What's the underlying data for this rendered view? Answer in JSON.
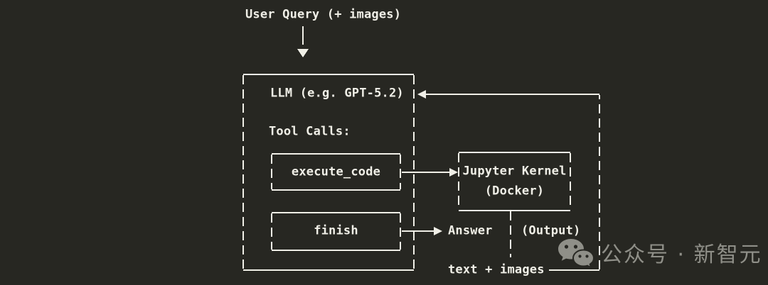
{
  "diagram": {
    "user_query_label": "User Query (+ images)",
    "llm_box": {
      "title": "LLM (e.g. GPT-5.2)",
      "tool_calls_heading": "Tool Calls:",
      "tool_execute_code": "execute_code",
      "tool_finish": "finish"
    },
    "jupyter_box": {
      "title": "Jupyter Kernel",
      "subtitle": "(Docker)"
    },
    "answer_label": "Answer",
    "output_label": "(Output)",
    "feedback_label": "text + images"
  },
  "watermark": {
    "icon": "wechat-icon",
    "text": "公众号 · 新智元"
  },
  "colors": {
    "background": "#272722",
    "line": "#f0efe7",
    "text": "#f0efe7",
    "watermark": "#8f8f88"
  }
}
